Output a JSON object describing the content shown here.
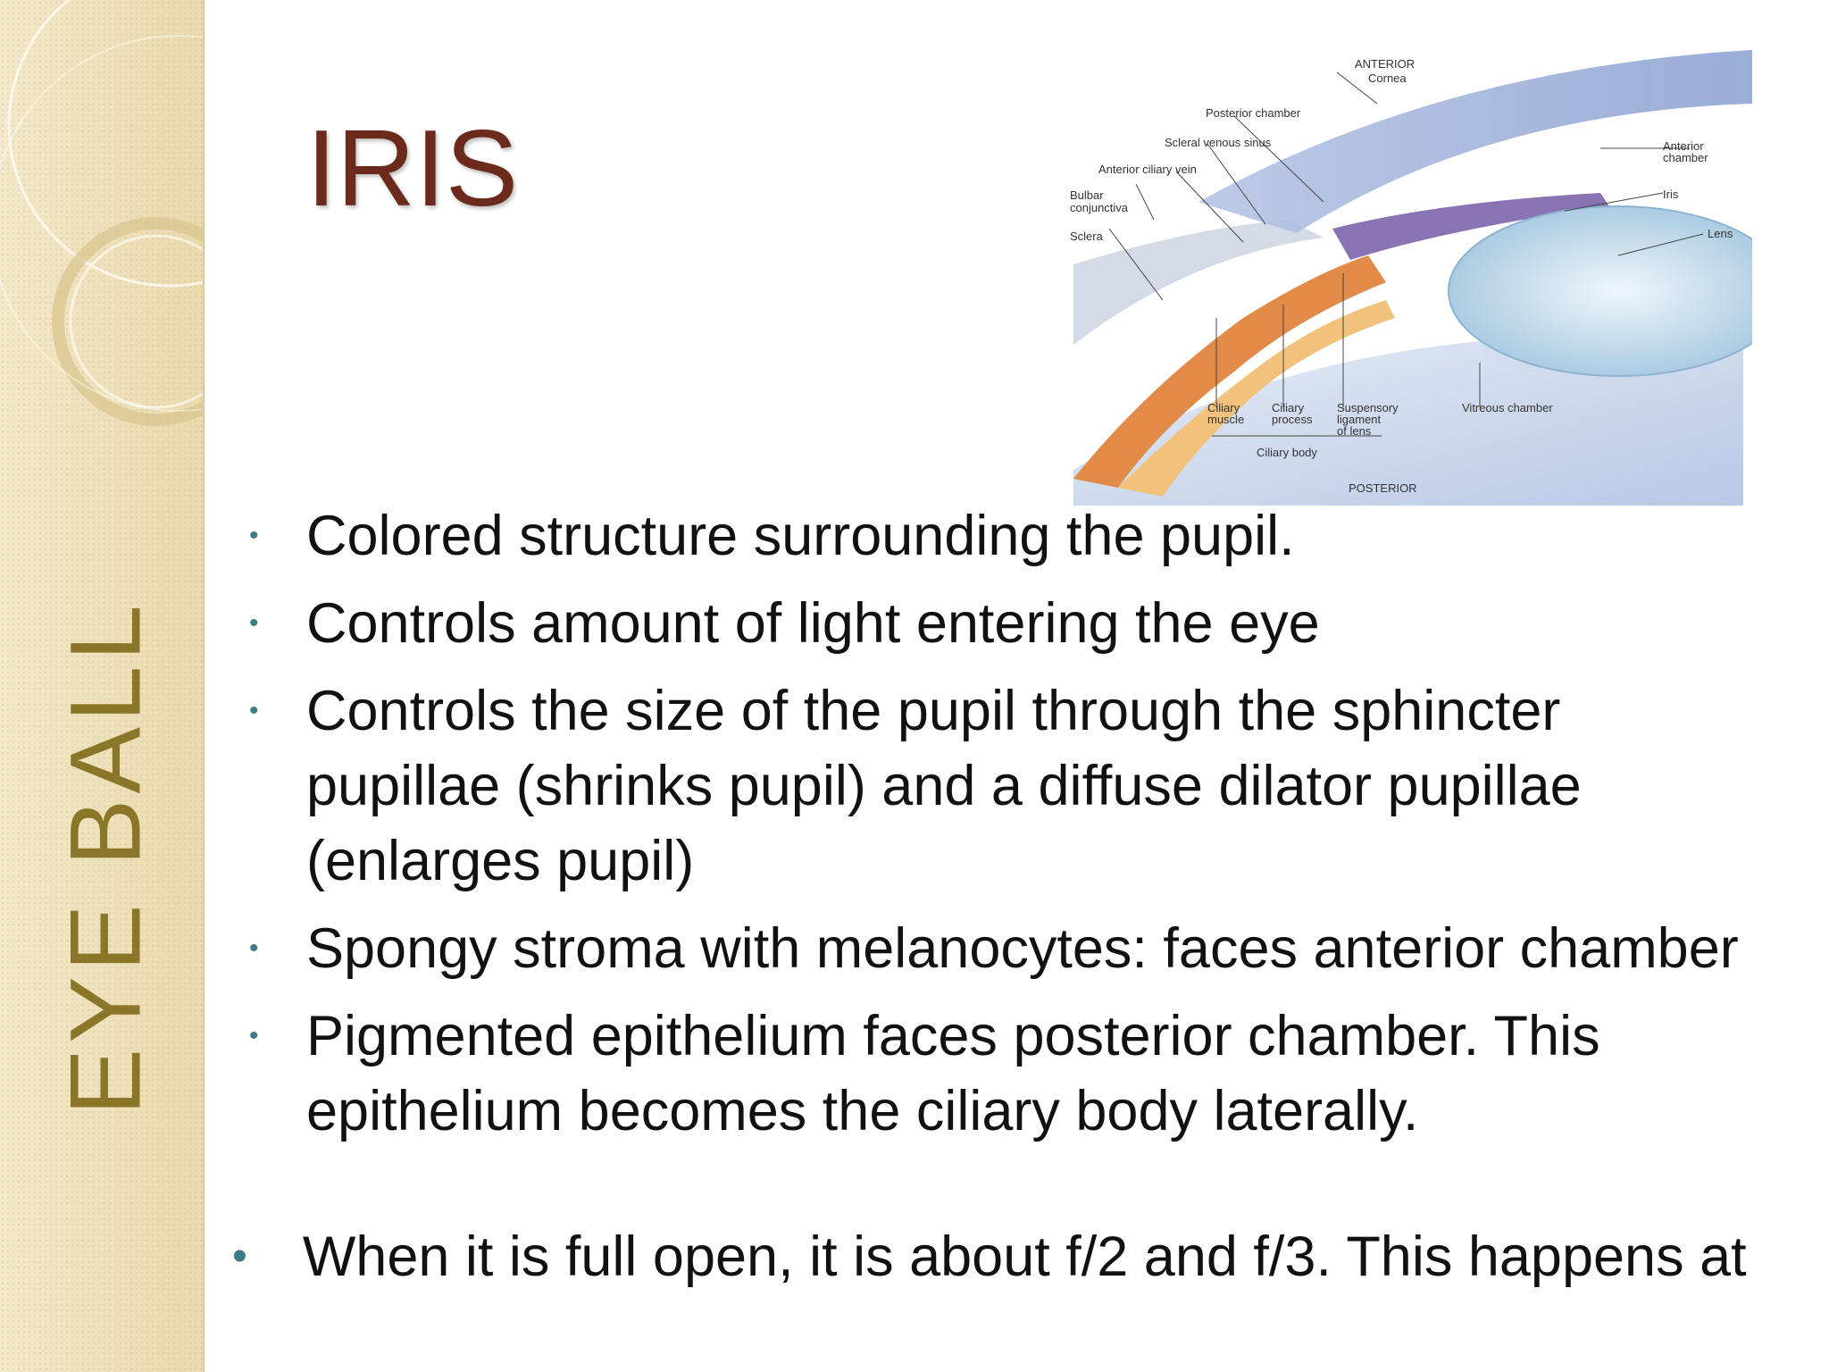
{
  "sidebar": {
    "title": "EYE BALL"
  },
  "slide": {
    "title": "IRIS"
  },
  "figure": {
    "labels": {
      "anterior": "ANTERIOR",
      "cornea": "Cornea",
      "posterior_chamber": "Posterior chamber",
      "scleral_venous_sinus": "Scleral venous sinus",
      "anterior_ciliary_vein": "Anterior ciliary vein",
      "bulbar": "Bulbar",
      "conjunctiva": "conjunctiva",
      "sclera": "Sclera",
      "anterior_chamber_1": "Anterior",
      "anterior_chamber_2": "chamber",
      "iris": "Iris",
      "lens": "Lens",
      "ciliary_muscle_1": "Ciliary",
      "ciliary_muscle_2": "muscle",
      "ciliary_process_1": "Ciliary",
      "ciliary_process_2": "process",
      "suspensory_1": "Suspensory",
      "suspensory_2": "ligament",
      "suspensory_3": "of lens",
      "vitreous_chamber": "Vitreous chamber",
      "ciliary_body": "Ciliary body",
      "posterior": "POSTERIOR"
    }
  },
  "bullets": [
    "Colored structure surrounding the pupil.",
    "Controls amount of light entering the eye",
    "Controls the size of the pupil through the sphincter pupillae (shrinks pupil) and a diffuse dilator pupillae (enlarges pupil)",
    "Spongy stroma with melanocytes: faces anterior chamber",
    "Pigmented epithelium faces posterior chamber. This epithelium becomes the ciliary body laterally."
  ],
  "extra": {
    "bullet_symbol": "•",
    "text": "When it is full open, it is about f/2 and f/3. This happens at"
  },
  "colors": {
    "title": "#6b2a1c",
    "sidebar_title": "#8a7628",
    "bullet": "#3f7c8a",
    "sidebar_bg": "#efe3c0"
  }
}
